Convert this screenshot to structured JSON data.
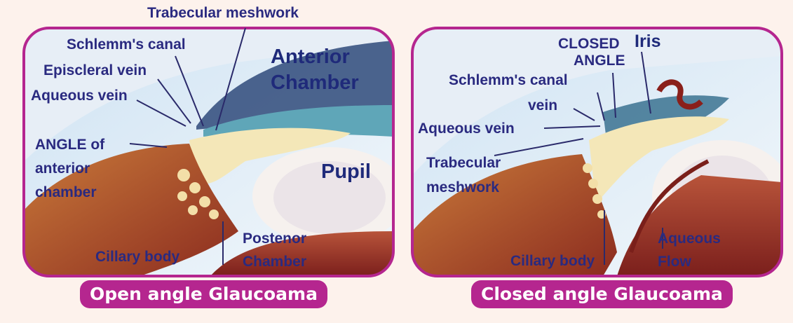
{
  "left_panel": {
    "labels": {
      "trabecular_meshwork": "Trabecular meshwork",
      "schlemms_canal": "Schlemm's canal",
      "episcleral_vein": "Episcleral vein",
      "aqueous_vein": "Aqueous vein",
      "angle_line1": "ANGLE of",
      "angle_line2": "anterior",
      "angle_line3": "chamber",
      "anterior": "Anterior",
      "chamber": "Chamber",
      "pupil": "Pupil",
      "cillary_body": "Cillary body",
      "postenor": "Postenor",
      "postenor_chamber": "Chamber"
    },
    "caption": "Open angle Glaucoama"
  },
  "right_panel": {
    "labels": {
      "closed": "CLOSED",
      "angle": "ANGLE",
      "iris": "Iris",
      "schlemms_canal": "Schlemm's canal",
      "vein": "vein",
      "aqueous_vein": "Aqueous vein",
      "trabecular": "Trabecular",
      "meshwork": "meshwork",
      "cillary_body": "Cillary body",
      "aqueous": "Aqueous",
      "flow": "Flow"
    },
    "caption": "Closed angle Glaucoama"
  },
  "colors": {
    "frame": "#b5268f",
    "label_text": "#2a2a80",
    "caption_bg": "#b5268f"
  }
}
